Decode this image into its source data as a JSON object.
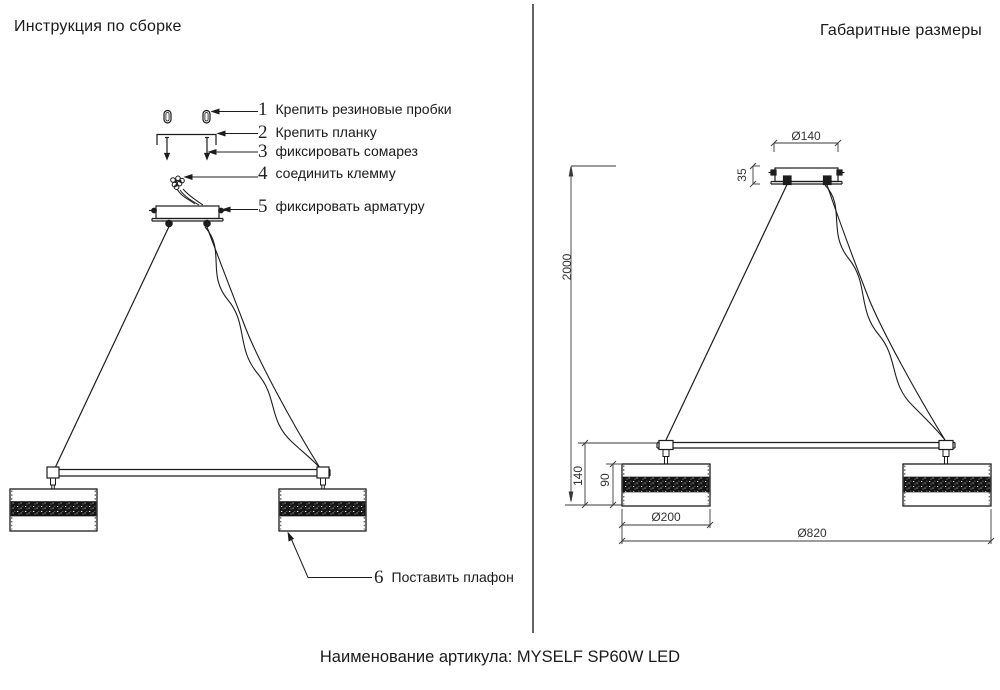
{
  "left_panel": {
    "title": "Инструкция по сборке",
    "steps": [
      {
        "num": "1",
        "label": "Крепить резиновые пробки"
      },
      {
        "num": "2",
        "label": "Крепить планку"
      },
      {
        "num": "3",
        "label": "фиксировать сомарез"
      },
      {
        "num": "4",
        "label": "соединить клемму"
      },
      {
        "num": "5",
        "label": "фиксировать арматуру"
      },
      {
        "num": "6",
        "label": "Поставить плафон"
      }
    ]
  },
  "right_panel": {
    "title": "Габаритные размеры",
    "dims": {
      "canopy_diameter": "Ø140",
      "canopy_height": "35",
      "suspension_length": "2000",
      "hanger_height": "140",
      "shade_height": "90",
      "shade_diameter": "Ø200",
      "overall_width": "Ø820"
    }
  },
  "footer": {
    "article_label": "Наименование артикула: MYSELF SP60W LED"
  },
  "colors": {
    "line": "#1c1c1c",
    "dimension": "#3a3a3a",
    "background": "#ffffff"
  }
}
